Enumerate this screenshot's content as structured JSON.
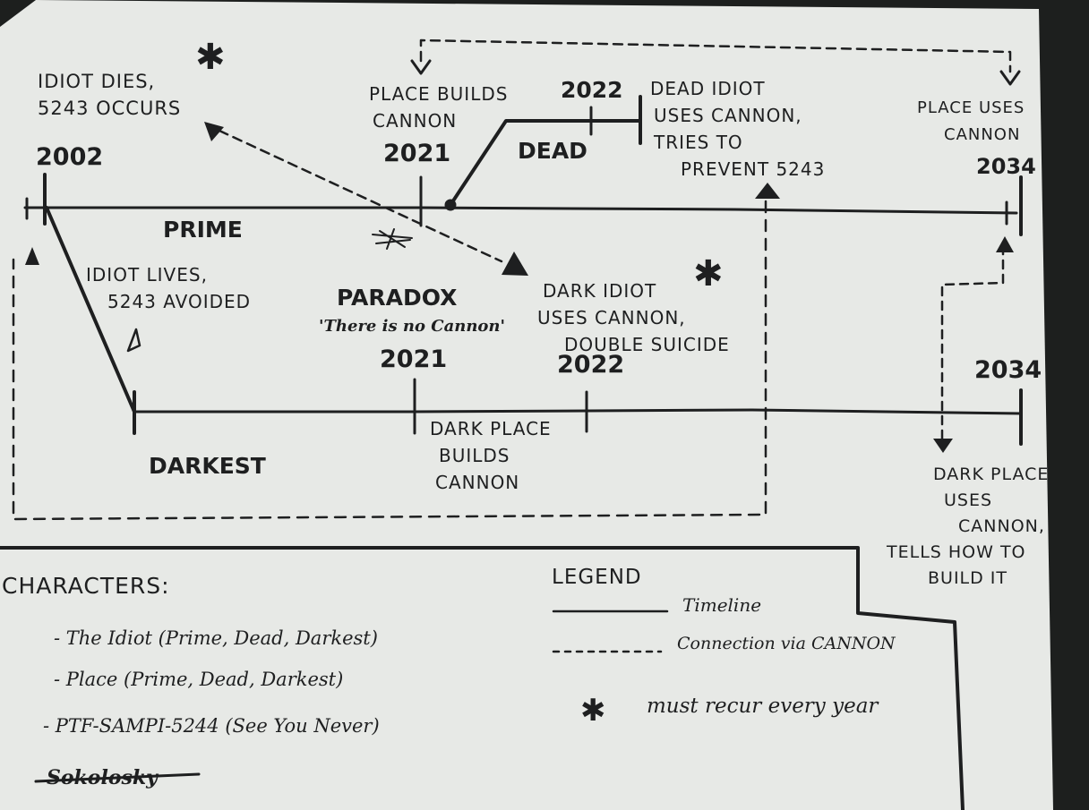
{
  "timelines": {
    "prime": {
      "label": "PRIME",
      "start_year": "2002",
      "end_year": "2034"
    },
    "dead": {
      "label": "DEAD",
      "end_year": "2022"
    },
    "darkest": {
      "label": "DARKEST",
      "end_year": "2034"
    }
  },
  "events": {
    "idiot_dies": {
      "lines": [
        "IDIOT DIES,",
        "5243 OCCURS"
      ],
      "star": "✱"
    },
    "place_builds": {
      "lines": [
        "PLACE BUILDS",
        "CANNON"
      ],
      "year": "2021"
    },
    "dead_idiot": {
      "lines": [
        "DEAD IDIOT",
        "USES CANNON,",
        "TRIES TO",
        "PREVENT 5243"
      ]
    },
    "place_uses": {
      "lines": [
        "PLACE USES",
        "CANNON"
      ],
      "year": "2034"
    },
    "idiot_lives": {
      "lines": [
        "IDIOT LIVES,",
        "5243 AVOIDED"
      ]
    },
    "paradox": {
      "title": "PARADOX",
      "quote": "'There is no Cannon'",
      "year": "2021"
    },
    "dark_idiot": {
      "lines": [
        "DARK IDIOT",
        "USES CANNON,",
        "DOUBLE SUICIDE"
      ],
      "year": "2022",
      "star": "✱"
    },
    "dark_place_builds": {
      "lines": [
        "DARK PLACE",
        "BUILDS",
        "CANNON"
      ]
    },
    "dark_place_uses": {
      "lines": [
        "DARK PLACE",
        "USES",
        "CANNON,",
        "TELLS HOW TO",
        "BUILD IT"
      ]
    }
  },
  "characters": {
    "heading": "CHARACTERS:",
    "items": [
      "- The Idiot (Prime, Dead, Darkest)",
      "- Place (Prime, Dead, Darkest)",
      "- PTF-SAMPI-5244 (See You Never)"
    ],
    "struck": "Sokolosky"
  },
  "legend": {
    "title": "LEGEND",
    "items": [
      {
        "symbol": "solid-line",
        "label": "Timeline"
      },
      {
        "symbol": "dashed-line",
        "label": "Connection via CANNON"
      },
      {
        "symbol": "asterisk",
        "glyph": "✱",
        "label": "must recur every year"
      }
    ]
  },
  "colors": {
    "paper": "#e7e9e6",
    "ink": "#1e1f20",
    "background": "#1d1f1e"
  }
}
